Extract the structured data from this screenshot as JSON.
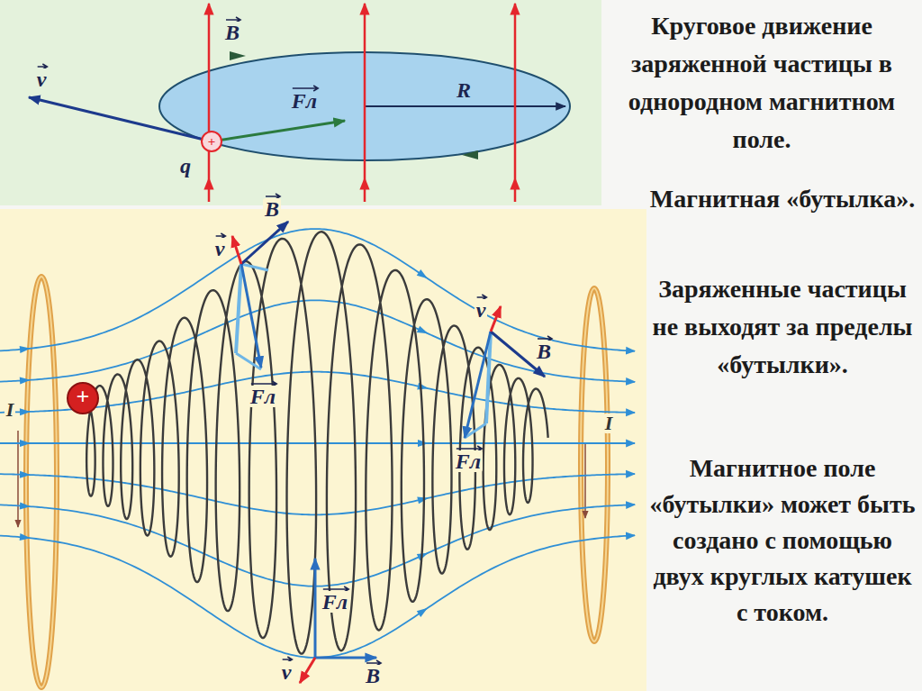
{
  "diagram": {
    "labels": [
      "Круговое движение заряженной частицы в однородном магнитном поле.",
      "Магнитная «бутылка».",
      "Заряженные частицы не выходят за пределы «бутылки».",
      "Магнитное поле «бутылки» может быть создано с помощью двух круглых катушек с током.",
      "v",
      "B",
      "Fл",
      "R",
      "q",
      "+",
      "v",
      "B",
      "Fл",
      "v",
      "B",
      "Fл",
      "Fл",
      "v",
      "B",
      "I",
      "I",
      "+"
    ]
  }
}
